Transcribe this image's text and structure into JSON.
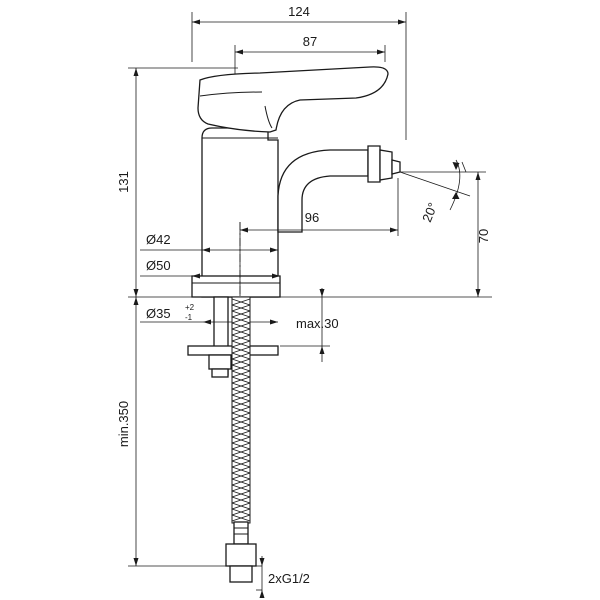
{
  "dimensions": {
    "overall_width": "124",
    "lever_length": "87",
    "height": "131",
    "spout_reach": "96",
    "spout_height": "70",
    "spout_angle": "20°",
    "base_diameter_42": "Ø42",
    "base_diameter_50": "Ø50",
    "hole_diameter": "Ø35",
    "hole_tolerance_upper": "+2",
    "hole_tolerance_lower": "-1",
    "max_thickness": "max.30",
    "hose_length": "min.350",
    "connection": "2xG1/2"
  }
}
